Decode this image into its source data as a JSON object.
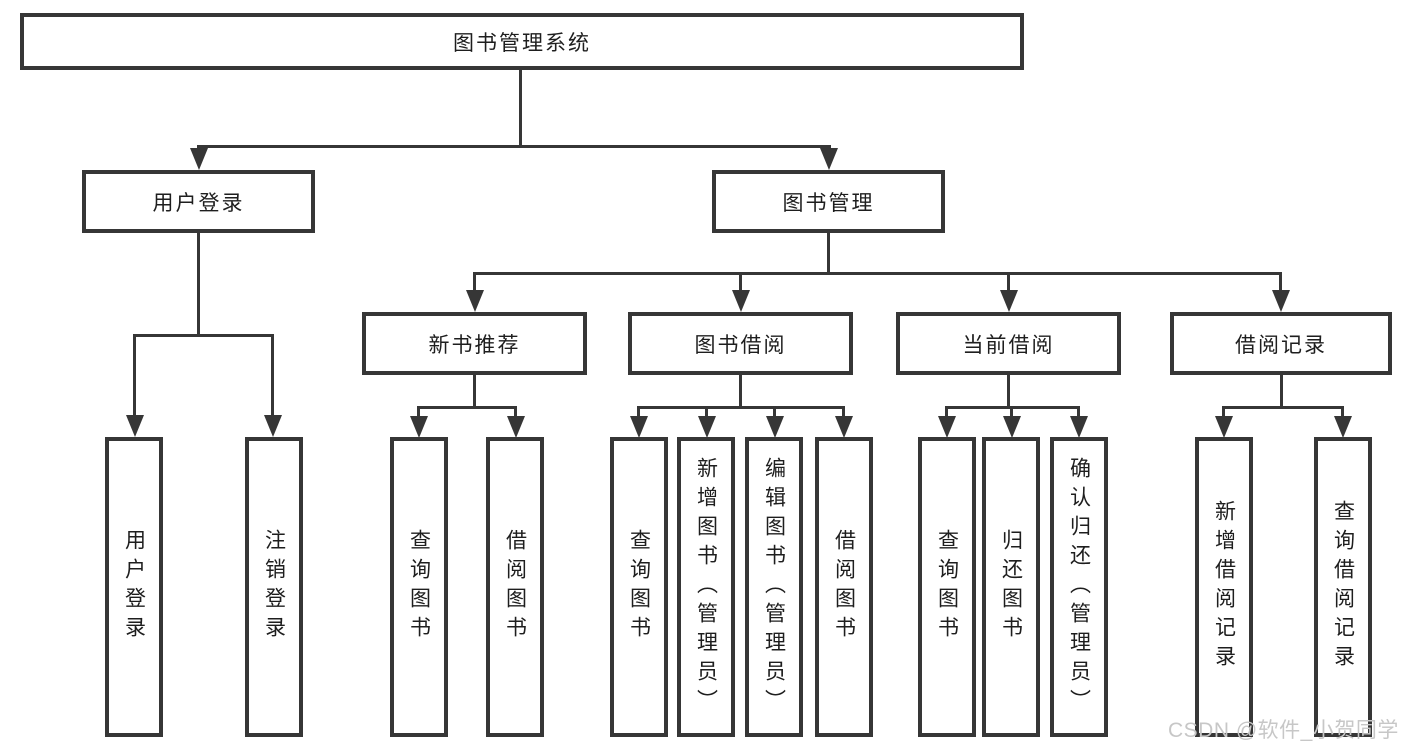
{
  "tree": {
    "root": "图书管理系统",
    "user_login": {
      "label": "用户登录",
      "children": [
        "用户登录",
        "注销登录"
      ]
    },
    "book_mgmt": {
      "label": "图书管理",
      "sections": [
        {
          "label": "新书推荐",
          "children": [
            "查询图书",
            "借阅图书"
          ]
        },
        {
          "label": "图书借阅",
          "children": [
            "查询图书",
            "新增图书（管理员）",
            "编辑图书（管理员）",
            "借阅图书"
          ]
        },
        {
          "label": "当前借阅",
          "children": [
            "查询图书",
            "归还图书",
            "确认归还（管理员）"
          ]
        },
        {
          "label": "借阅记录",
          "children": [
            "新增借阅记录",
            "查询借阅记录"
          ]
        }
      ]
    }
  },
  "watermark": "CSDN @软件_小贺同学",
  "colors": {
    "line": "#363636",
    "text": "#1e1e1e",
    "background": "#ffffff",
    "watermark": "#c7c7c7"
  }
}
